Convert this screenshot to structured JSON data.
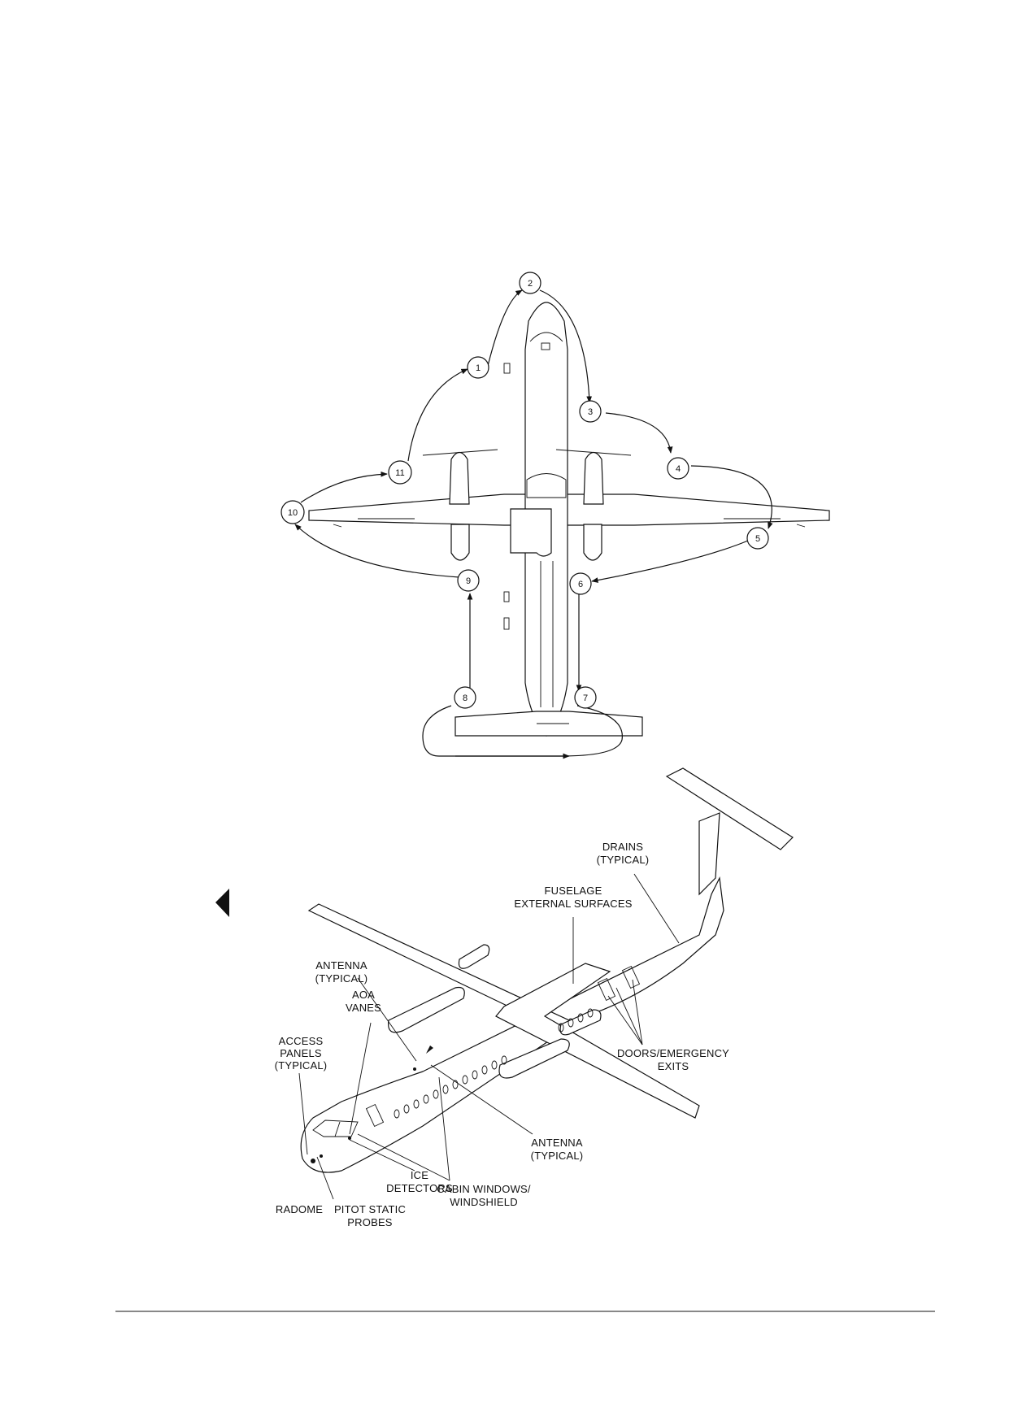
{
  "walkaround": {
    "stations": [
      "1",
      "2",
      "3",
      "4",
      "5",
      "6",
      "7",
      "8",
      "9",
      "10",
      "11"
    ]
  },
  "callouts": {
    "drains": [
      "DRAINS",
      "(TYPICAL)"
    ],
    "fuselage": [
      "FUSELAGE",
      "EXTERNAL SURFACES"
    ],
    "antenna_top": [
      "ANTENNA",
      "(TYPICAL)"
    ],
    "aoa": [
      "AOA",
      "VANES"
    ],
    "access": [
      "ACCESS",
      "PANELS",
      "(TYPICAL)"
    ],
    "doors": [
      "DOORS/EMERGENCY",
      "EXITS"
    ],
    "antenna_bottom": [
      "ANTENNA",
      "(TYPICAL)"
    ],
    "ice": [
      "ICE",
      "DETECTORS"
    ],
    "cabin": [
      "CABIN WINDOWS/",
      "WINDSHIELD"
    ],
    "radome": [
      "RADOME"
    ],
    "pitot": [
      "PITOT STATIC",
      "PROBES"
    ]
  },
  "colors": {
    "ink": "#111111",
    "paper": "#ffffff"
  }
}
